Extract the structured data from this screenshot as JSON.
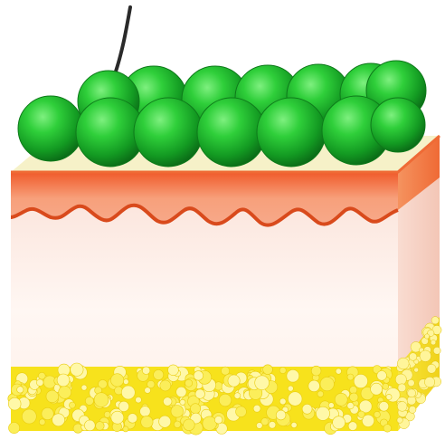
{
  "diagram": {
    "subject": "skin-cross-section",
    "layers": [
      {
        "id": "surface-cells",
        "label": "",
        "color": "#1db82e"
      },
      {
        "id": "epidermis",
        "label": "",
        "color": "#f2784a"
      },
      {
        "id": "dermis",
        "label": "",
        "color": "#fde9e3"
      },
      {
        "id": "subcutaneous-fat",
        "label": "",
        "color": "#f7e21c"
      }
    ],
    "hair": {
      "color": "#2a2a2a"
    },
    "cells": {
      "count": 14
    }
  }
}
